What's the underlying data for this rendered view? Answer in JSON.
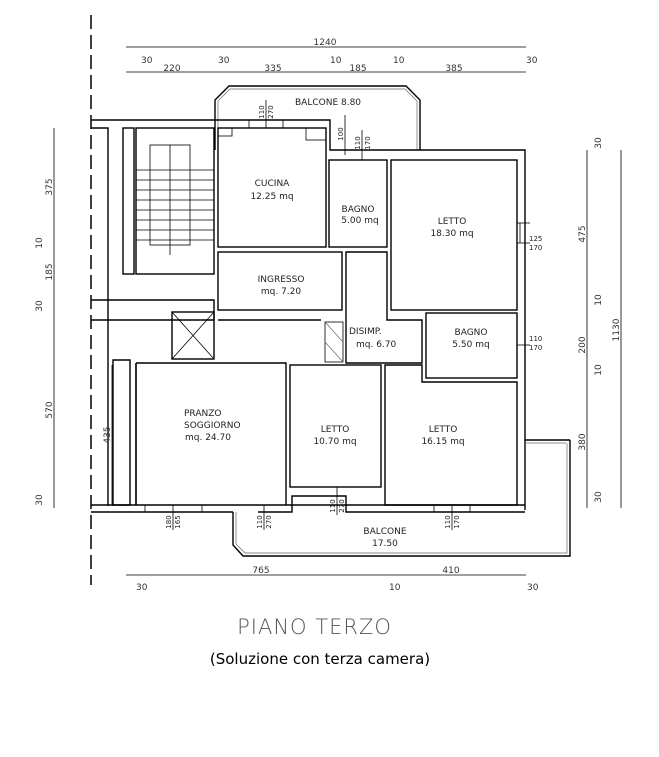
{
  "title": "PIANO TERZO",
  "subtitle": "(Soluzione con terza camera)",
  "rooms": {
    "cucina": {
      "name": "CUCINA",
      "area": "12.25 mq"
    },
    "bagno1": {
      "name": "BAGNO",
      "area": "5.00 mq"
    },
    "letto1": {
      "name": "LETTO",
      "area": "18.30 mq"
    },
    "ingresso": {
      "name": "INGRESSO",
      "area": "mq. 7.20"
    },
    "disimp": {
      "name": "DISIMP.",
      "area": "mq. 6.70"
    },
    "bagno2": {
      "name": "BAGNO",
      "area": "5.50 mq"
    },
    "pranzo": {
      "name1": "PRANZO",
      "name2": "SOGGIORNO",
      "area": "mq. 24.70"
    },
    "letto2": {
      "name": "LETTO",
      "area": "10.70 mq"
    },
    "letto3": {
      "name": "LETTO",
      "area": "16.15 mq"
    },
    "balcone_top": {
      "name": "BALCONE 8.80"
    },
    "balcone_bottom": {
      "name": "BALCONE",
      "area": "17.50"
    }
  },
  "dimensions": {
    "top_total": "1240",
    "top": [
      "30",
      "220",
      "30",
      "335",
      "10",
      "185",
      "10",
      "385",
      "30"
    ],
    "bottom": [
      "765",
      "410",
      "30",
      "10",
      "30"
    ],
    "left": [
      "375",
      "10",
      "185",
      "30",
      "570",
      "30",
      "435"
    ],
    "right": [
      "30",
      "475",
      "10",
      "200",
      "10",
      "380",
      "30",
      "1130"
    ],
    "windows": [
      "110",
      "270",
      "100",
      "110",
      "170",
      "125",
      "170",
      "110",
      "170",
      "180",
      "165",
      "110",
      "270",
      "110",
      "270",
      "110",
      "170"
    ]
  }
}
